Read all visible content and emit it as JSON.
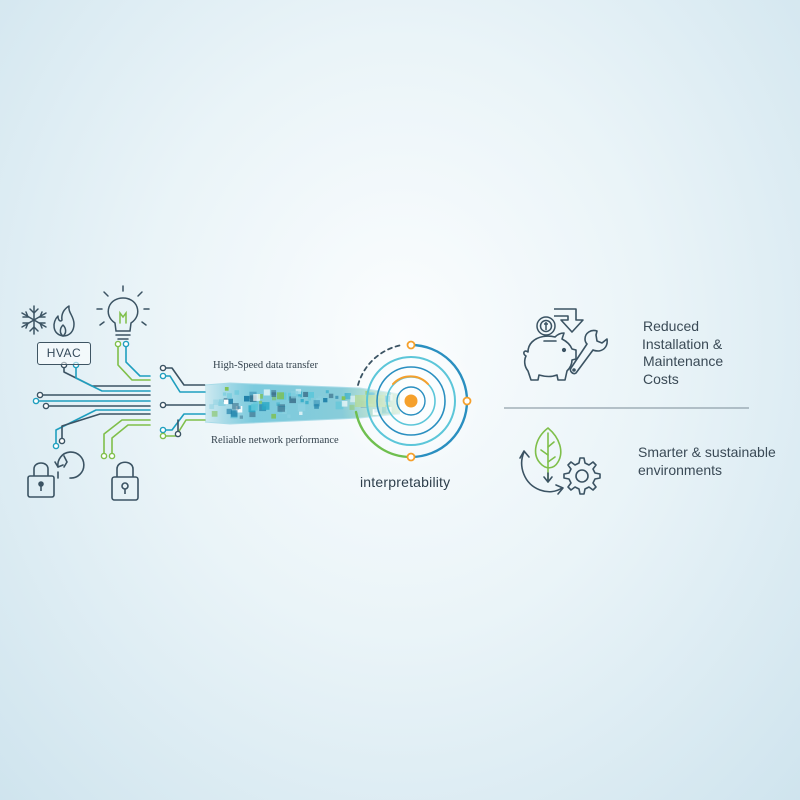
{
  "sources": {
    "hvac_label": "HVAC",
    "icons": [
      "snowflake-icon",
      "flame-icon",
      "lightbulb-icon",
      "padlock-icon",
      "gauge-lock-icon",
      "keyhole-lock-icon"
    ]
  },
  "transfer": {
    "top_label": "High-Speed data transfer",
    "bottom_label": "Reliable network performance"
  },
  "core": {
    "label": "interpretability"
  },
  "benefits": [
    {
      "lines": [
        "Reduced",
        "Installation &",
        "Maintenance",
        "Costs"
      ],
      "icons": [
        "piggy-bank-icon",
        "coin-icon",
        "down-arrow-icon",
        "wrench-icon"
      ]
    },
    {
      "lines": [
        "Smarter & sustainable",
        "environments"
      ],
      "icons": [
        "leaf-icon",
        "gear-icon",
        "cycle-arrows-icon"
      ]
    }
  ],
  "colors": {
    "circuit_teal": "#1f9fbf",
    "circuit_green": "#7fbf4a",
    "circuit_dark": "#3b5363",
    "ring_blue": "#2a8fc0",
    "ring_cyan": "#5cc6d9",
    "ring_green": "#6fbf4f",
    "accent_orange": "#f5a02c"
  }
}
